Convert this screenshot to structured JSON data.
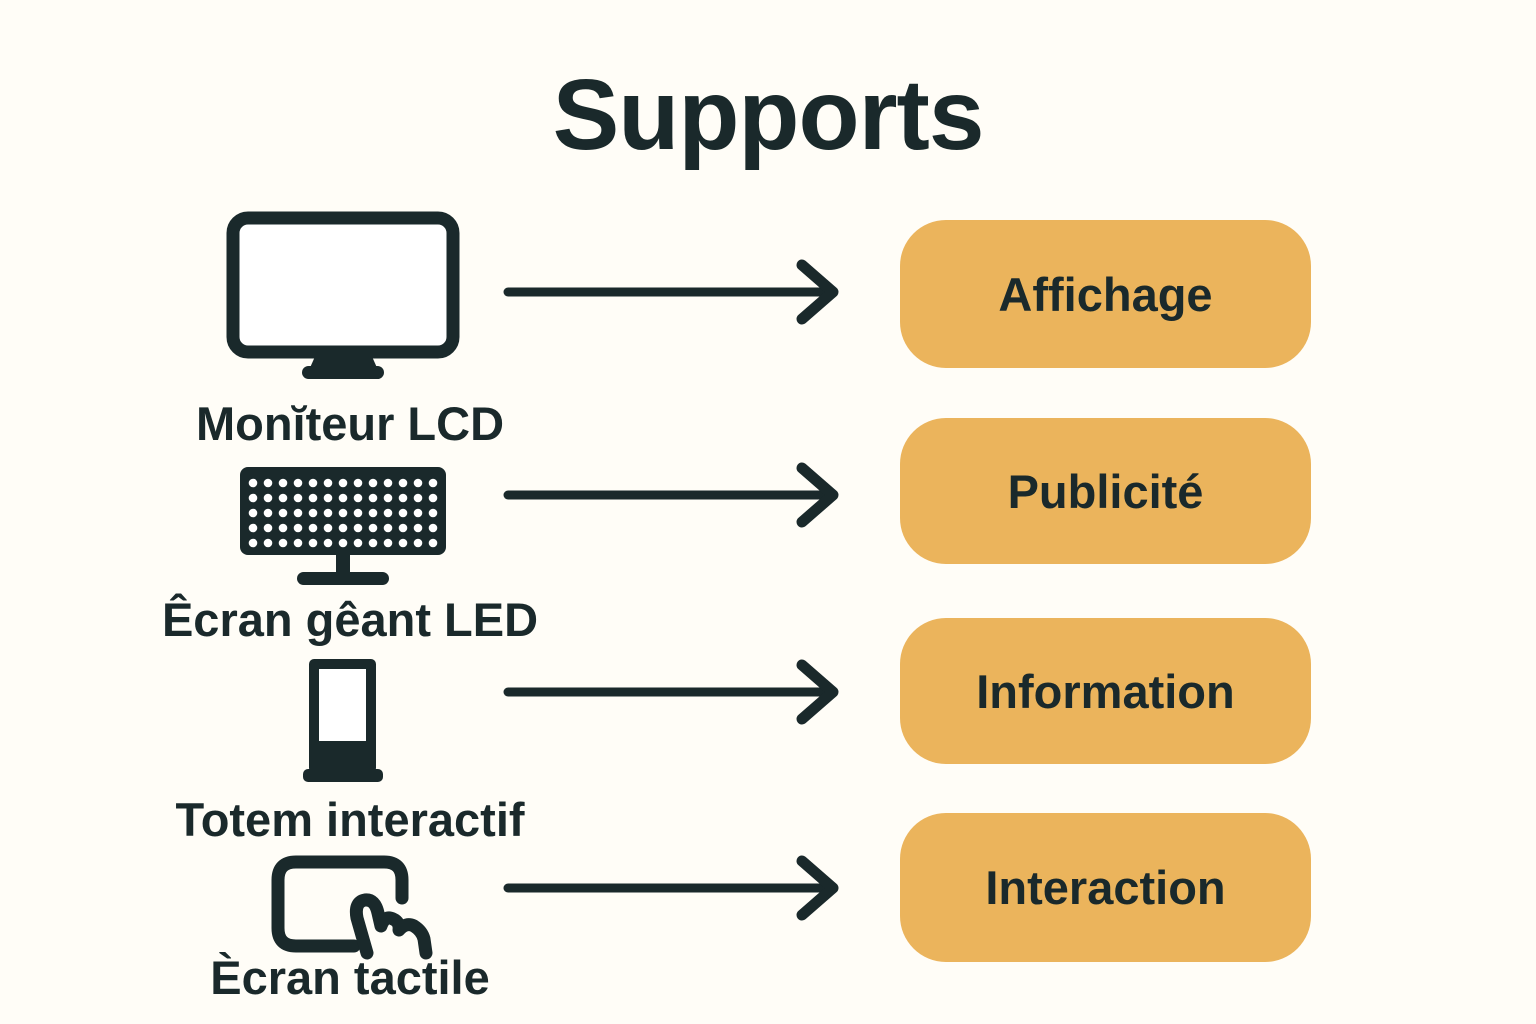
{
  "title": "Supports",
  "colors": {
    "background": "#fffdf7",
    "ink": "#1a292b",
    "accent": "#ebb45c",
    "screen_fill": "#ffffff"
  },
  "rows": [
    {
      "device": {
        "icon": "lcd-monitor-icon",
        "label": "Monĭteur LCD"
      },
      "category": "Affichage"
    },
    {
      "device": {
        "icon": "led-giant-screen-icon",
        "label": "Êcran gêant LED"
      },
      "category": "Publicité"
    },
    {
      "device": {
        "icon": "interactive-totem-icon",
        "label": "Totem interactif"
      },
      "category": "Information"
    },
    {
      "device": {
        "icon": "touch-screen-icon",
        "label": "Ècran tactile"
      },
      "category": "Interaction"
    }
  ]
}
